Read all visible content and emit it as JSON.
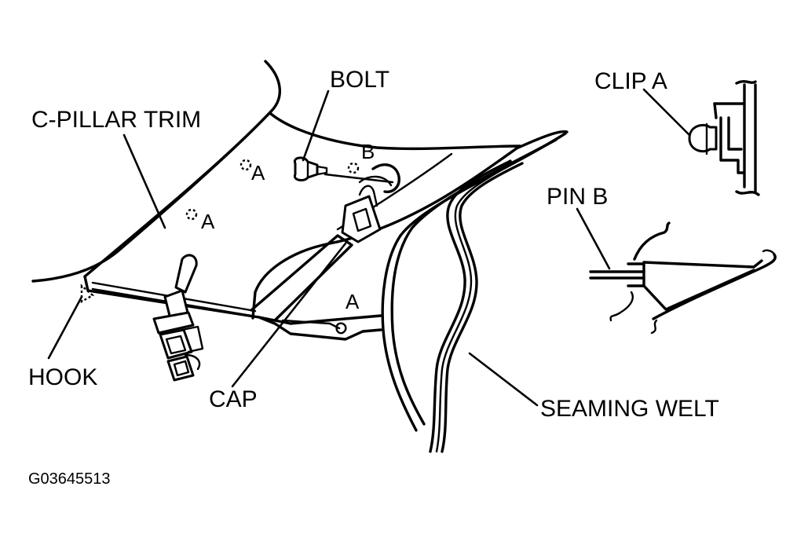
{
  "labels": {
    "c_pillar_trim": "C-PILLAR TRIM",
    "bolt": "BOLT",
    "clip_a": "CLIP A",
    "pin_b": "PIN B",
    "hook": "HOOK",
    "cap": "CAP",
    "seaming_welt": "SEAMING WELT",
    "marker_a": "A",
    "marker_b": "B"
  },
  "figure_id": "G03645513"
}
